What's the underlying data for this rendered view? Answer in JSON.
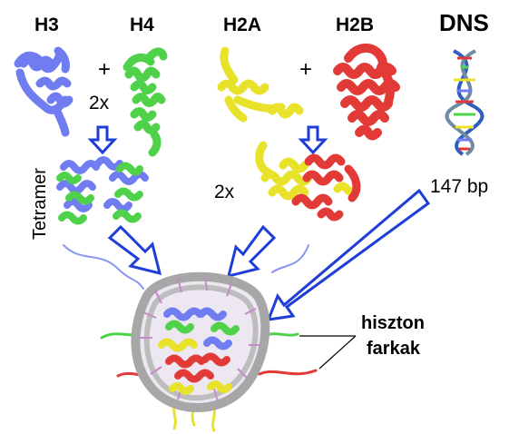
{
  "labels": {
    "h3": "H3",
    "h4": "H4",
    "h2a": "H2A",
    "h2b": "H2B",
    "dns": "DNS",
    "plus": "+",
    "times2": "2x",
    "tetramer": "Tetramer",
    "bp": "147 bp",
    "tails_line1": "hiszton",
    "tails_line2": "farkak"
  },
  "colors": {
    "h3": "#6f7df0",
    "h4": "#4fd24a",
    "h2a": "#e8e22a",
    "h2b": "#e23a36",
    "arrow": "#1f3ed8",
    "dna_backbone": "#a7a7a7",
    "dna_base": "#c58cc8"
  }
}
